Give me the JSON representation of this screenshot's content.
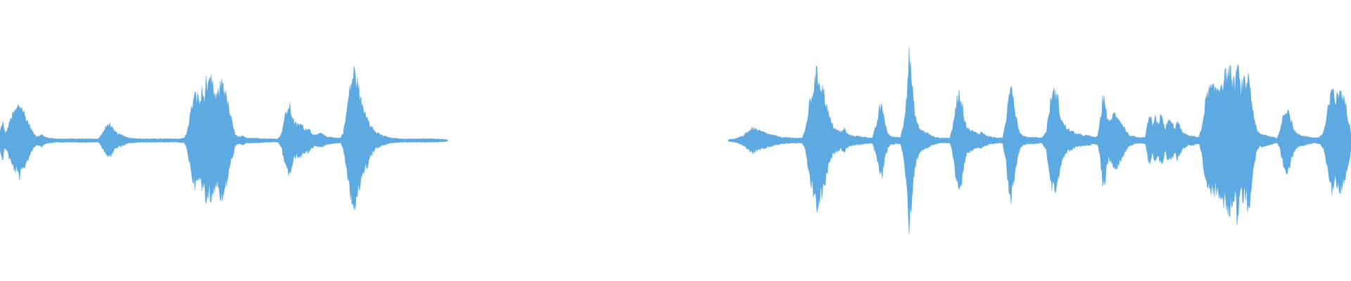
{
  "waveform": {
    "color": "#5DA9E1",
    "background": "#ffffff",
    "channels": 1,
    "segments": [
      {
        "name": "segment-1",
        "peaks": [
          [
            0,
            0.1
          ],
          [
            2,
            0.17
          ],
          [
            4,
            0.22
          ],
          [
            6,
            0.12
          ],
          [
            8,
            0.09
          ],
          [
            10,
            0.12
          ],
          [
            13,
            0.2
          ],
          [
            16,
            0.28
          ],
          [
            20,
            0.33
          ],
          [
            24,
            0.38
          ],
          [
            27,
            0.43
          ],
          [
            30,
            0.41
          ],
          [
            33,
            0.36
          ],
          [
            36,
            0.28
          ],
          [
            40,
            0.22
          ],
          [
            44,
            0.14
          ],
          [
            48,
            0.08
          ],
          [
            52,
            0.05
          ],
          [
            56,
            0.06
          ],
          [
            60,
            0.07
          ],
          [
            64,
            0.04
          ],
          [
            70,
            0.03
          ],
          [
            80,
            0.02
          ],
          [
            100,
            0.02
          ],
          [
            120,
            0.02
          ],
          [
            140,
            0.02
          ],
          [
            145,
            0.08
          ],
          [
            150,
            0.15
          ],
          [
            155,
            0.21
          ],
          [
            158,
            0.17
          ],
          [
            162,
            0.11
          ],
          [
            166,
            0.09
          ],
          [
            170,
            0.07
          ],
          [
            175,
            0.06
          ],
          [
            180,
            0.04
          ],
          [
            185,
            0.03
          ],
          [
            200,
            0.02
          ],
          [
            230,
            0.02
          ],
          [
            255,
            0.02
          ],
          [
            262,
            0.03
          ],
          [
            266,
            0.1
          ],
          [
            270,
            0.3
          ],
          [
            274,
            0.45
          ],
          [
            278,
            0.55
          ],
          [
            282,
            0.5
          ],
          [
            284,
            0.45
          ],
          [
            287,
            0.58
          ],
          [
            290,
            0.5
          ],
          [
            293,
            0.7
          ],
          [
            296,
            0.62
          ],
          [
            300,
            0.72
          ],
          [
            303,
            0.6
          ],
          [
            307,
            0.5
          ],
          [
            310,
            0.55
          ],
          [
            313,
            0.64
          ],
          [
            316,
            0.73
          ],
          [
            319,
            0.62
          ],
          [
            322,
            0.5
          ],
          [
            326,
            0.35
          ],
          [
            330,
            0.2
          ],
          [
            334,
            0.08
          ],
          [
            338,
            0.04
          ],
          [
            345,
            0.05
          ],
          [
            350,
            0.03
          ],
          [
            360,
            0.03
          ],
          [
            380,
            0.02
          ],
          [
            395,
            0.02
          ],
          [
            400,
            0.08
          ],
          [
            404,
            0.25
          ],
          [
            408,
            0.36
          ],
          [
            412,
            0.4
          ],
          [
            415,
            0.3
          ],
          [
            418,
            0.22
          ],
          [
            422,
            0.18
          ],
          [
            426,
            0.2
          ],
          [
            430,
            0.17
          ],
          [
            434,
            0.13
          ],
          [
            438,
            0.16
          ],
          [
            442,
            0.1
          ],
          [
            446,
            0.07
          ],
          [
            450,
            0.06
          ],
          [
            455,
            0.09
          ],
          [
            459,
            0.07
          ],
          [
            463,
            0.05
          ],
          [
            467,
            0.04
          ],
          [
            472,
            0.04
          ],
          [
            478,
            0.03
          ],
          [
            484,
            0.03
          ],
          [
            488,
            0.1
          ],
          [
            492,
            0.3
          ],
          [
            496,
            0.55
          ],
          [
            500,
            0.72
          ],
          [
            503,
            0.82
          ],
          [
            506,
            0.76
          ],
          [
            509,
            0.65
          ],
          [
            512,
            0.5
          ],
          [
            515,
            0.4
          ],
          [
            518,
            0.35
          ],
          [
            522,
            0.3
          ],
          [
            526,
            0.2
          ],
          [
            530,
            0.14
          ],
          [
            534,
            0.1
          ],
          [
            538,
            0.08
          ],
          [
            543,
            0.06
          ],
          [
            548,
            0.05
          ],
          [
            555,
            0.03
          ],
          [
            570,
            0.02
          ],
          [
            600,
            0.02
          ],
          [
            620,
            0.02
          ],
          [
            636,
            0.01
          ]
        ]
      },
      {
        "name": "segment-2",
        "peaks": [
          [
            1035,
            0.01
          ],
          [
            1045,
            0.02
          ],
          [
            1055,
            0.05
          ],
          [
            1060,
            0.09
          ],
          [
            1065,
            0.12
          ],
          [
            1070,
            0.15
          ],
          [
            1075,
            0.13
          ],
          [
            1080,
            0.11
          ],
          [
            1085,
            0.1
          ],
          [
            1090,
            0.08
          ],
          [
            1095,
            0.07
          ],
          [
            1100,
            0.06
          ],
          [
            1105,
            0.05
          ],
          [
            1110,
            0.04
          ],
          [
            1125,
            0.03
          ],
          [
            1140,
            0.03
          ],
          [
            1144,
            0.1
          ],
          [
            1148,
            0.3
          ],
          [
            1152,
            0.5
          ],
          [
            1156,
            0.62
          ],
          [
            1160,
            0.8
          ],
          [
            1163,
            0.75
          ],
          [
            1166,
            0.7
          ],
          [
            1170,
            0.6
          ],
          [
            1174,
            0.45
          ],
          [
            1178,
            0.3
          ],
          [
            1182,
            0.2
          ],
          [
            1186,
            0.15
          ],
          [
            1190,
            0.12
          ],
          [
            1195,
            0.1
          ],
          [
            1200,
            0.14
          ],
          [
            1204,
            0.08
          ],
          [
            1210,
            0.06
          ],
          [
            1220,
            0.05
          ],
          [
            1230,
            0.04
          ],
          [
            1240,
            0.03
          ],
          [
            1246,
            0.2
          ],
          [
            1250,
            0.38
          ],
          [
            1254,
            0.4
          ],
          [
            1258,
            0.2
          ],
          [
            1262,
            0.08
          ],
          [
            1266,
            0.05
          ],
          [
            1272,
            0.04
          ],
          [
            1280,
            0.04
          ],
          [
            1284,
            0.2
          ],
          [
            1288,
            0.5
          ],
          [
            1290,
            0.75
          ],
          [
            1292,
            1.0
          ],
          [
            1294,
            0.9
          ],
          [
            1296,
            0.65
          ],
          [
            1299,
            0.4
          ],
          [
            1302,
            0.25
          ],
          [
            1306,
            0.15
          ],
          [
            1310,
            0.12
          ],
          [
            1315,
            0.1
          ],
          [
            1320,
            0.08
          ],
          [
            1325,
            0.05
          ],
          [
            1335,
            0.03
          ],
          [
            1350,
            0.03
          ],
          [
            1354,
            0.15
          ],
          [
            1358,
            0.4
          ],
          [
            1362,
            0.58
          ],
          [
            1366,
            0.5
          ],
          [
            1370,
            0.3
          ],
          [
            1374,
            0.15
          ],
          [
            1380,
            0.12
          ],
          [
            1385,
            0.1
          ],
          [
            1390,
            0.08
          ],
          [
            1395,
            0.1
          ],
          [
            1400,
            0.07
          ],
          [
            1405,
            0.05
          ],
          [
            1410,
            0.04
          ],
          [
            1418,
            0.03
          ],
          [
            1425,
            0.03
          ],
          [
            1430,
            0.25
          ],
          [
            1433,
            0.55
          ],
          [
            1436,
            0.7
          ],
          [
            1439,
            0.6
          ],
          [
            1442,
            0.4
          ],
          [
            1446,
            0.2
          ],
          [
            1450,
            0.08
          ],
          [
            1455,
            0.05
          ],
          [
            1460,
            0.04
          ],
          [
            1470,
            0.04
          ],
          [
            1480,
            0.03
          ],
          [
            1487,
            0.1
          ],
          [
            1491,
            0.35
          ],
          [
            1495,
            0.55
          ],
          [
            1499,
            0.58
          ],
          [
            1503,
            0.5
          ],
          [
            1507,
            0.3
          ],
          [
            1511,
            0.2
          ],
          [
            1516,
            0.15
          ],
          [
            1520,
            0.12
          ],
          [
            1525,
            0.1
          ],
          [
            1530,
            0.08
          ],
          [
            1535,
            0.07
          ],
          [
            1540,
            0.06
          ],
          [
            1545,
            0.06
          ],
          [
            1550,
            0.05
          ],
          [
            1555,
            0.04
          ],
          [
            1560,
            0.05
          ],
          [
            1564,
            0.25
          ],
          [
            1567,
            0.48
          ],
          [
            1570,
            0.5
          ],
          [
            1573,
            0.3
          ],
          [
            1576,
            0.2
          ],
          [
            1580,
            0.28
          ],
          [
            1584,
            0.32
          ],
          [
            1588,
            0.3
          ],
          [
            1592,
            0.24
          ],
          [
            1596,
            0.18
          ],
          [
            1600,
            0.12
          ],
          [
            1605,
            0.06
          ],
          [
            1610,
            0.05
          ],
          [
            1614,
            0.04
          ],
          [
            1620,
            0.03
          ],
          [
            1628,
            0.04
          ],
          [
            1632,
            0.25
          ],
          [
            1635,
            0.3
          ],
          [
            1638,
            0.15
          ],
          [
            1642,
            0.28
          ],
          [
            1646,
            0.2
          ],
          [
            1650,
            0.3
          ],
          [
            1653,
            0.22
          ],
          [
            1656,
            0.12
          ],
          [
            1660,
            0.25
          ],
          [
            1663,
            0.22
          ],
          [
            1666,
            0.2
          ],
          [
            1670,
            0.15
          ],
          [
            1673,
            0.22
          ],
          [
            1676,
            0.18
          ],
          [
            1680,
            0.1
          ],
          [
            1684,
            0.08
          ],
          [
            1688,
            0.06
          ],
          [
            1692,
            0.05
          ],
          [
            1696,
            0.06
          ],
          [
            1700,
            0.04
          ],
          [
            1704,
            0.04
          ],
          [
            1708,
            0.15
          ],
          [
            1712,
            0.4
          ],
          [
            1716,
            0.55
          ],
          [
            1720,
            0.62
          ],
          [
            1725,
            0.6
          ],
          [
            1730,
            0.63
          ],
          [
            1735,
            0.68
          ],
          [
            1740,
            0.75
          ],
          [
            1744,
            0.8
          ],
          [
            1748,
            0.82
          ],
          [
            1752,
            0.7
          ],
          [
            1755,
            0.65
          ],
          [
            1758,
            0.9
          ],
          [
            1760,
            0.8
          ],
          [
            1763,
            0.6
          ],
          [
            1767,
            0.7
          ],
          [
            1770,
            0.65
          ],
          [
            1773,
            0.75
          ],
          [
            1776,
            0.72
          ],
          [
            1779,
            0.45
          ],
          [
            1782,
            0.3
          ],
          [
            1786,
            0.12
          ],
          [
            1790,
            0.08
          ],
          [
            1795,
            0.07
          ],
          [
            1800,
            0.06
          ],
          [
            1805,
            0.05
          ],
          [
            1810,
            0.04
          ],
          [
            1815,
            0.03
          ],
          [
            1819,
            0.1
          ],
          [
            1822,
            0.25
          ],
          [
            1826,
            0.35
          ],
          [
            1830,
            0.4
          ],
          [
            1833,
            0.3
          ],
          [
            1837,
            0.18
          ],
          [
            1841,
            0.1
          ],
          [
            1845,
            0.07
          ],
          [
            1850,
            0.06
          ],
          [
            1856,
            0.05
          ],
          [
            1862,
            0.04
          ],
          [
            1868,
            0.03
          ],
          [
            1875,
            0.04
          ],
          [
            1880,
            0.08
          ],
          [
            1884,
            0.2
          ],
          [
            1888,
            0.4
          ],
          [
            1892,
            0.55
          ],
          [
            1895,
            0.65
          ],
          [
            1898,
            0.45
          ],
          [
            1901,
            0.55
          ],
          [
            1905,
            0.62
          ],
          [
            1908,
            0.5
          ],
          [
            1912,
            0.45
          ],
          [
            1915,
            0.3
          ],
          [
            1918,
            0.2
          ],
          [
            1920,
            0.1
          ]
        ]
      }
    ]
  }
}
